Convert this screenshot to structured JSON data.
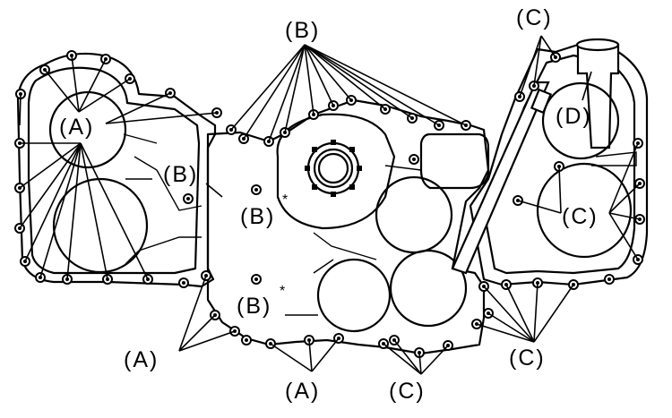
{
  "figure": {
    "labels": {
      "A": "(A)",
      "B": "(B)",
      "C": "(C)",
      "D": "(D)",
      "star": "*"
    }
  }
}
